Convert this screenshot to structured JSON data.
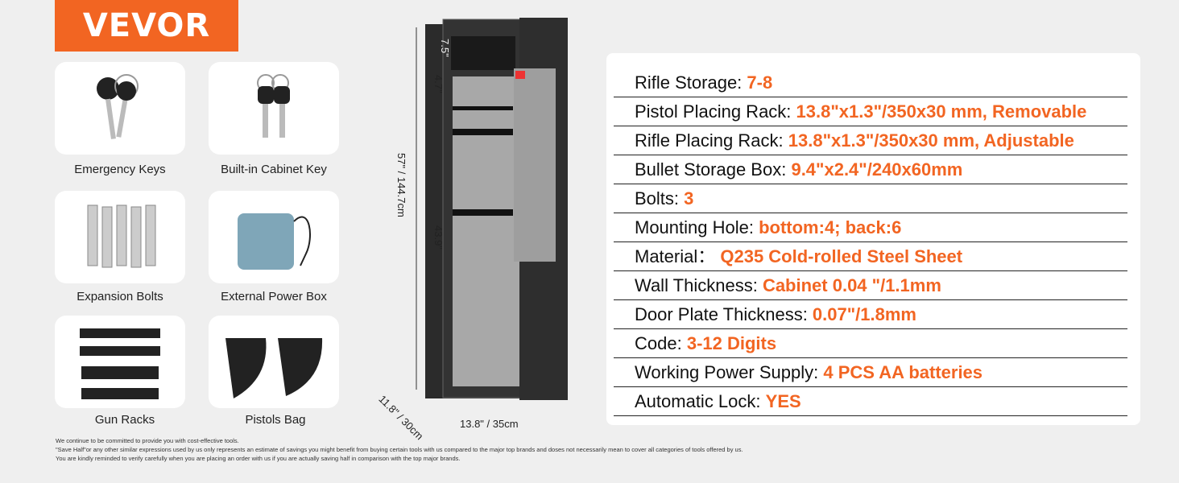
{
  "brand": {
    "logo": "VEVOR",
    "color": "#f26522"
  },
  "accessories": [
    {
      "label": "Emergency Keys",
      "icon": "keys-icon"
    },
    {
      "label": "Built-in Cabinet Key",
      "icon": "keys-icon"
    },
    {
      "label": "Expansion Bolts",
      "icon": "bolts-icon"
    },
    {
      "label": "External Power Box",
      "icon": "power-box-icon"
    },
    {
      "label": "Gun Racks",
      "icon": "gun-rack-icon"
    },
    {
      "label": "Pistols Bag",
      "icon": "pistol-bag-icon"
    }
  ],
  "dimensions": {
    "top_compartment": "7.5\"",
    "shelf_gap": "4.7\"",
    "main": "43.9\"",
    "height": "57\" / 144.7cm",
    "depth": "11.8\" / 30cm",
    "width": "13.8\" / 35cm"
  },
  "specs": [
    {
      "label": "Rifle Storage: ",
      "value": "7-8"
    },
    {
      "label": "Pistol Placing Rack: ",
      "value": "13.8\"x1.3\"/350x30 mm, Removable"
    },
    {
      "label": "Rifle Placing Rack: ",
      "value": "13.8\"x1.3\"/350x30 mm, Adjustable"
    },
    {
      "label": "Bullet Storage Box: ",
      "value": "9.4\"x2.4\"/240x60mm"
    },
    {
      "label": "Bolts: ",
      "value": "3"
    },
    {
      "label": "Mounting Hole: ",
      "value": "bottom:4; back:6"
    },
    {
      "label": "Material： ",
      "value": "Q235 Cold-rolled Steel Sheet"
    },
    {
      "label": "Wall Thickness: ",
      "value": "Cabinet 0.04 \"/1.1mm"
    },
    {
      "label": "Door Plate Thickness: ",
      "value": "0.07\"/1.8mm"
    },
    {
      "label": "Code: ",
      "value": "3-12 Digits"
    },
    {
      "label": "Working Power Supply: ",
      "value": "4 PCS AA batteries"
    },
    {
      "label": "Automatic Lock: ",
      "value": "YES"
    }
  ],
  "disclaimer": [
    "We continue to be committed to provide you with cost-effective tools.",
    "\"Save Half\"or any other similar expressions used by us only represents an estimate of savings you might benefit from buying certain tools with us compared to the major top brands and doses not necessarily mean to cover all categories of tools offered by us.",
    "You are kindly reminded to verify carefully when you are placing an order with us if you are actually saving half in comparison with the top major brands."
  ]
}
